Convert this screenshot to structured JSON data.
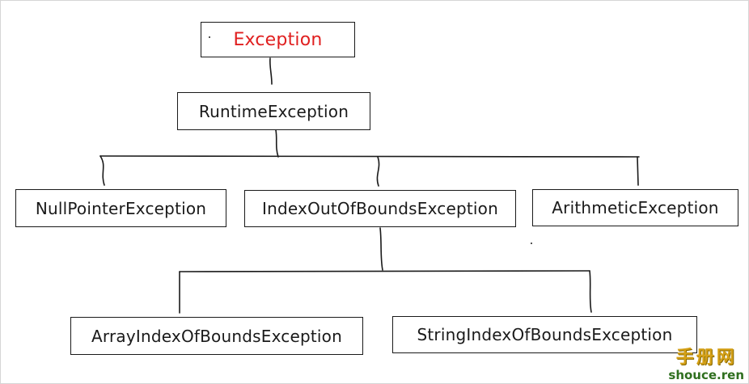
{
  "colors": {
    "root_text": "#e02020",
    "text": "#1a1a1a",
    "line": "#1a1a1a"
  },
  "nodes": {
    "exception": "Exception",
    "runtime_exception": "RuntimeException",
    "null_pointer_exception": "NullPointerException",
    "index_out_of_bounds_exception": "IndexOutOfBoundsException",
    "arithmetic_exception": "ArithmeticException",
    "array_index_out_of_bounds_exception": "ArrayIndexOfBoundsException",
    "string_index_out_of_bounds_exception": "StringIndexOfBoundsException"
  },
  "watermark": {
    "chinese": "手册网",
    "domain": "shouce.ren"
  }
}
